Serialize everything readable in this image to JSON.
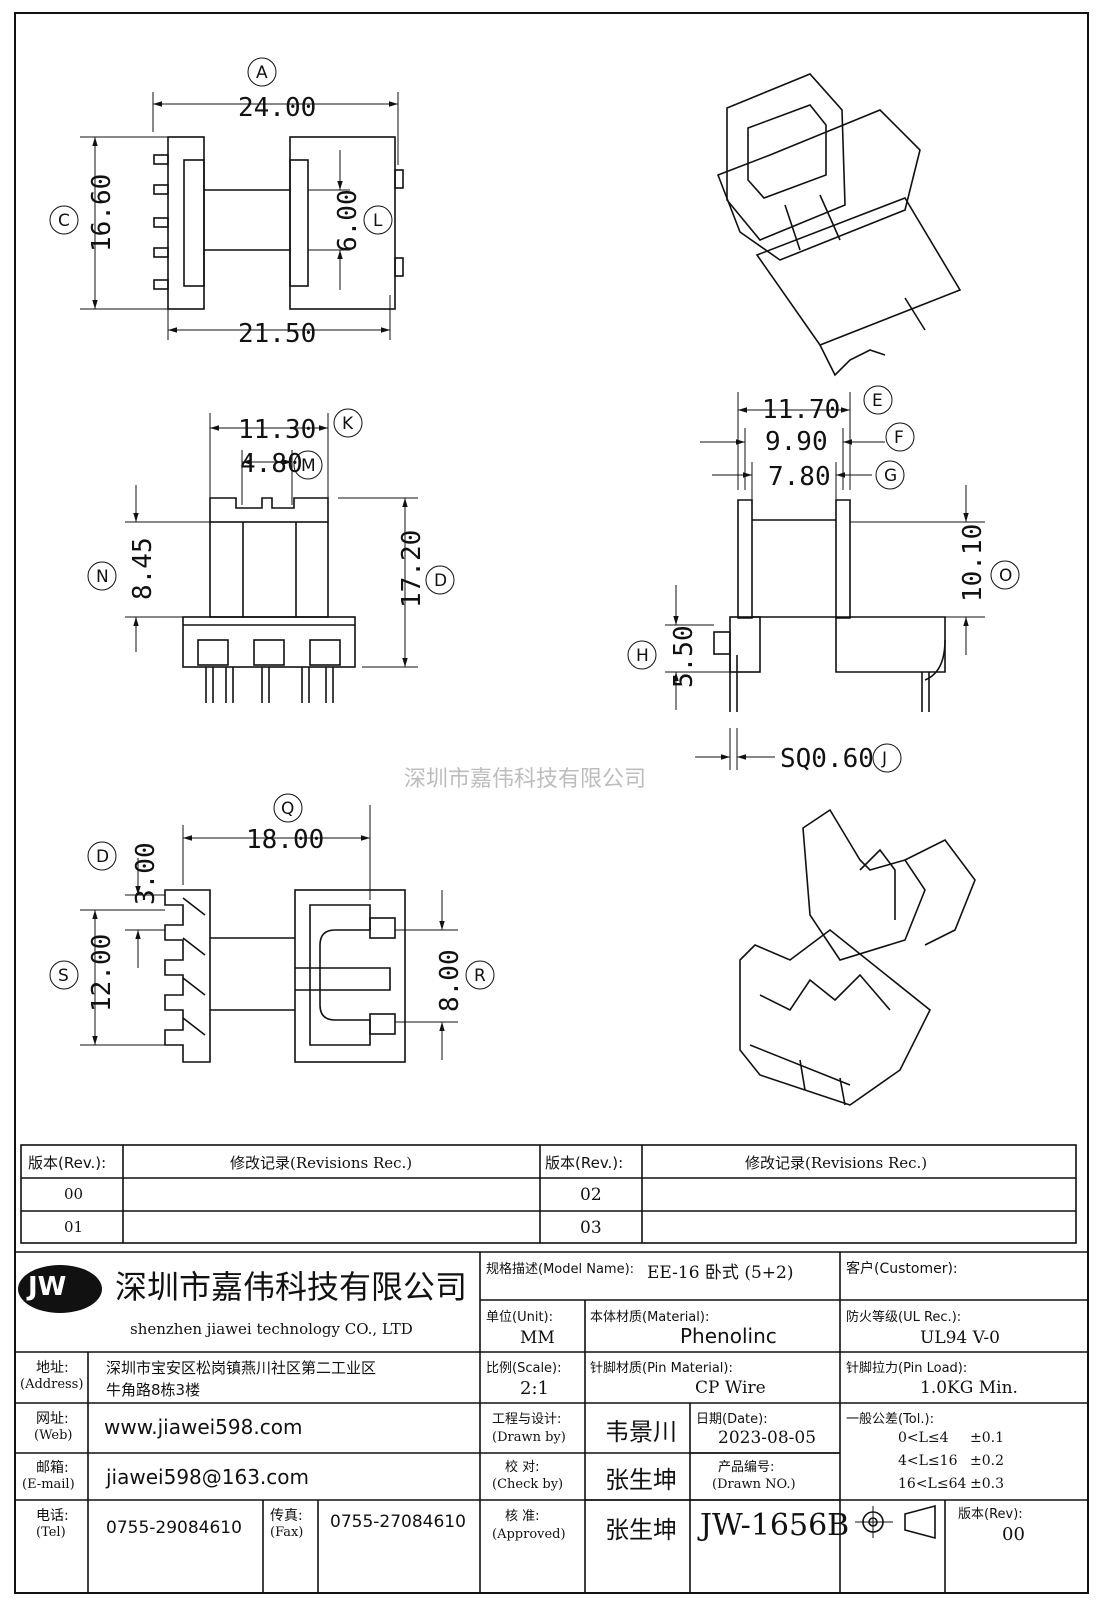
{
  "dimensions": {
    "A": {
      "letter": "A",
      "value": "24.00"
    },
    "B": {
      "value": "21.50"
    },
    "C": {
      "letter": "C",
      "value": "16.60"
    },
    "L": {
      "letter": "L",
      "value": "6.00"
    },
    "K": {
      "letter": "K",
      "value": "11.30"
    },
    "M": {
      "letter": "M",
      "value": "4.80"
    },
    "N": {
      "letter": "N",
      "value": "8.45"
    },
    "D_side": {
      "letter": "D",
      "value": "17.20"
    },
    "E": {
      "letter": "E",
      "value": "11.70"
    },
    "F": {
      "letter": "F",
      "value": "9.90"
    },
    "G": {
      "letter": "G",
      "value": "7.80"
    },
    "O": {
      "letter": "O",
      "value": "10.10"
    },
    "H": {
      "letter": "H",
      "value": "5.50"
    },
    "J": {
      "letter": "J",
      "value": "SQ0.60"
    },
    "Q": {
      "letter": "Q",
      "value": "18.00"
    },
    "D_bottom": {
      "letter": "D",
      "value": "3.00"
    },
    "S": {
      "letter": "S",
      "value": "12.00"
    },
    "R": {
      "letter": "R",
      "value": "8.00"
    }
  },
  "watermark": "深圳市嘉伟科技有限公司",
  "revisions": {
    "col_rev": "版本(Rev.):",
    "col_rec": "修改记录(Revisions Rec.)",
    "rows": [
      {
        "left_rev": "00",
        "right_rev": "02"
      },
      {
        "left_rev": "01",
        "right_rev": "03"
      }
    ]
  },
  "title_block": {
    "logo": "JW",
    "company_cn": "深圳市嘉伟科技有限公司",
    "company_en": "shenzhen  jiawei  technology  CO., LTD",
    "address_label": "地址:",
    "address_label_en": "(Address)",
    "address_line1": "深圳市宝安区松岗镇燕川社区第二工业区",
    "address_line2": "牛角路8栋3楼",
    "web_label": "网址:",
    "web_label_en": "(Web)",
    "web": "www.jiawei598.com",
    "email_label": "邮箱:",
    "email_label_en": "(E-mail)",
    "email": "jiawei598@163.com",
    "tel_label": "电话:",
    "tel_label_en": "(Tel)",
    "tel": "0755-29084610",
    "fax_label": "传真:",
    "fax_label_en": "(Fax)",
    "fax": "0755-27084610",
    "model_label": "规格描述(Model Name):",
    "model": "EE-16 卧式 (5+2)",
    "customer_label": "客户(Customer):",
    "unit_label": "单位(Unit):",
    "unit": "MM",
    "material_label": "本体材质(Material):",
    "material": "Phenolinc",
    "ul_label": "防火等级(UL Rec.):",
    "ul": "UL94 V-0",
    "scale_label": "比例(Scale):",
    "scale": "2:1",
    "pin_material_label": "针脚材质(Pin Material):",
    "pin_material": "CP Wire",
    "pin_load_label": "针脚拉力(Pin Load):",
    "pin_load": "1.0KG Min.",
    "drawn_label": "工程与设计:",
    "drawn_label_en": "(Drawn by)",
    "drawn_by": "韦景川",
    "date_label": "日期(Date):",
    "date": "2023-08-05",
    "tol_label": "一般公差(Tol.):",
    "tol": [
      {
        "range": "0<L≤4",
        "val": "±0.1"
      },
      {
        "range": "4<L≤16",
        "val": "±0.2"
      },
      {
        "range": "16<L≤64",
        "val": "±0.3"
      }
    ],
    "check_label": "校  对:",
    "check_label_en": "(Check by)",
    "check_by": "张生坤",
    "drawn_no_label": "产品编号:",
    "drawn_no_label_en": "(Drawn NO.)",
    "approved_label": "核  准:",
    "approved_label_en": "(Approved)",
    "approved_by": "张生坤",
    "drawing_no": "JW-1656B",
    "rev_label": "版本(Rev):",
    "rev": "00"
  }
}
